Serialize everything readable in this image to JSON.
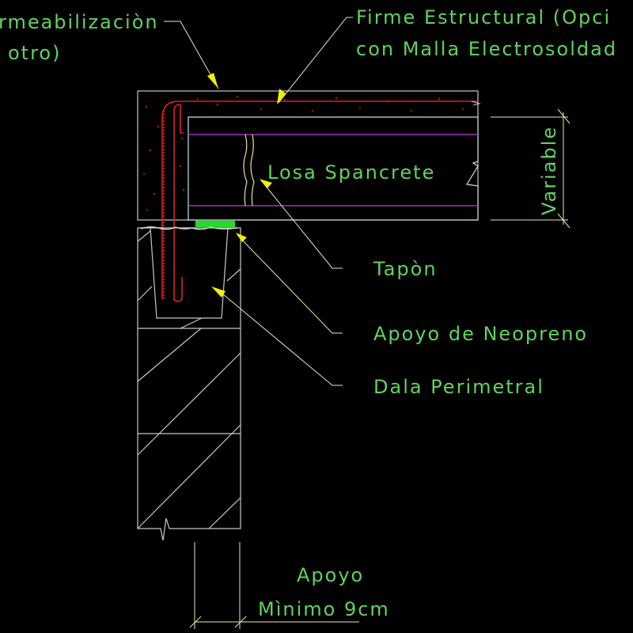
{
  "colors": {
    "background": "#000000",
    "outline": "#c8c8c8",
    "concrete_fill_dots": "#d01818",
    "rebar": "#e02020",
    "slab_outline": "#bfe6e6",
    "strands": "#a030c0",
    "neoprene": "#22dd22",
    "leader": "#e8e8b0",
    "arrowhead": "#f0f000",
    "text": "#5fd35f",
    "dimension": "#e8e8b0"
  },
  "labels": {
    "impermeabilizacion_line1": "rmeabilizaciòn",
    "impermeabilizacion_line2": "otro)",
    "firme_line1": "Firme Estructural (Opci",
    "firme_line2": "con Malla Electrosoldad",
    "losa": "Losa Spancrete",
    "variable": "Variable",
    "tapon": "Tapòn",
    "neopreno": "Apoyo de Neopreno",
    "dala": "Dala Perimetral",
    "apoyo_line1": "Apoyo",
    "apoyo_line2": "Mìnimo 9cm"
  }
}
